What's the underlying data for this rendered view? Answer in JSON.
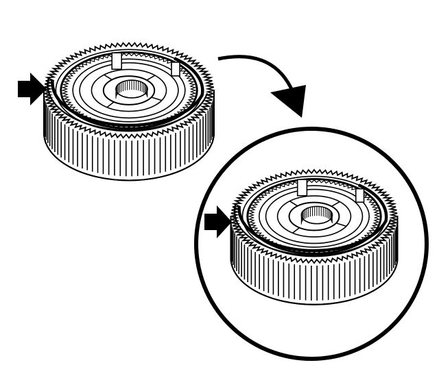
{
  "diagram": {
    "components": [
      {
        "id": "gear-overview",
        "kind": "synchronizer-gear-assembly"
      },
      {
        "id": "gear-detail",
        "kind": "synchronizer-gear-assembly-magnified"
      }
    ],
    "markers": [
      {
        "id": "arrow-overview",
        "kind": "solid-pointer-arrow",
        "points_to": "spring-ring-end"
      },
      {
        "id": "arrow-detail",
        "kind": "solid-pointer-arrow",
        "points_to": "spring-ring-end"
      },
      {
        "id": "magnify-arrow",
        "kind": "curved-arrow",
        "from": "gear-overview",
        "to": "gear-detail"
      }
    ],
    "callouts": [
      {
        "id": "detail-circle",
        "kind": "magnification-circle"
      }
    ],
    "colors": {
      "ink": "#000000",
      "paper": "#ffffff"
    }
  }
}
